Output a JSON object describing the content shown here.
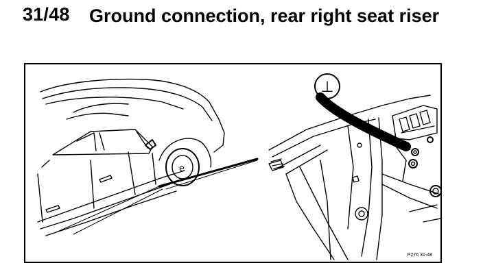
{
  "heading": {
    "number": "31/48",
    "title": "Ground connection, rear right seat riser"
  },
  "figure": {
    "callout_symbol": "⊥",
    "callout_icon": "ground-symbol-icon",
    "drawing_code": "P276 31-48"
  },
  "colors": {
    "line": "#000000",
    "background": "#ffffff"
  }
}
